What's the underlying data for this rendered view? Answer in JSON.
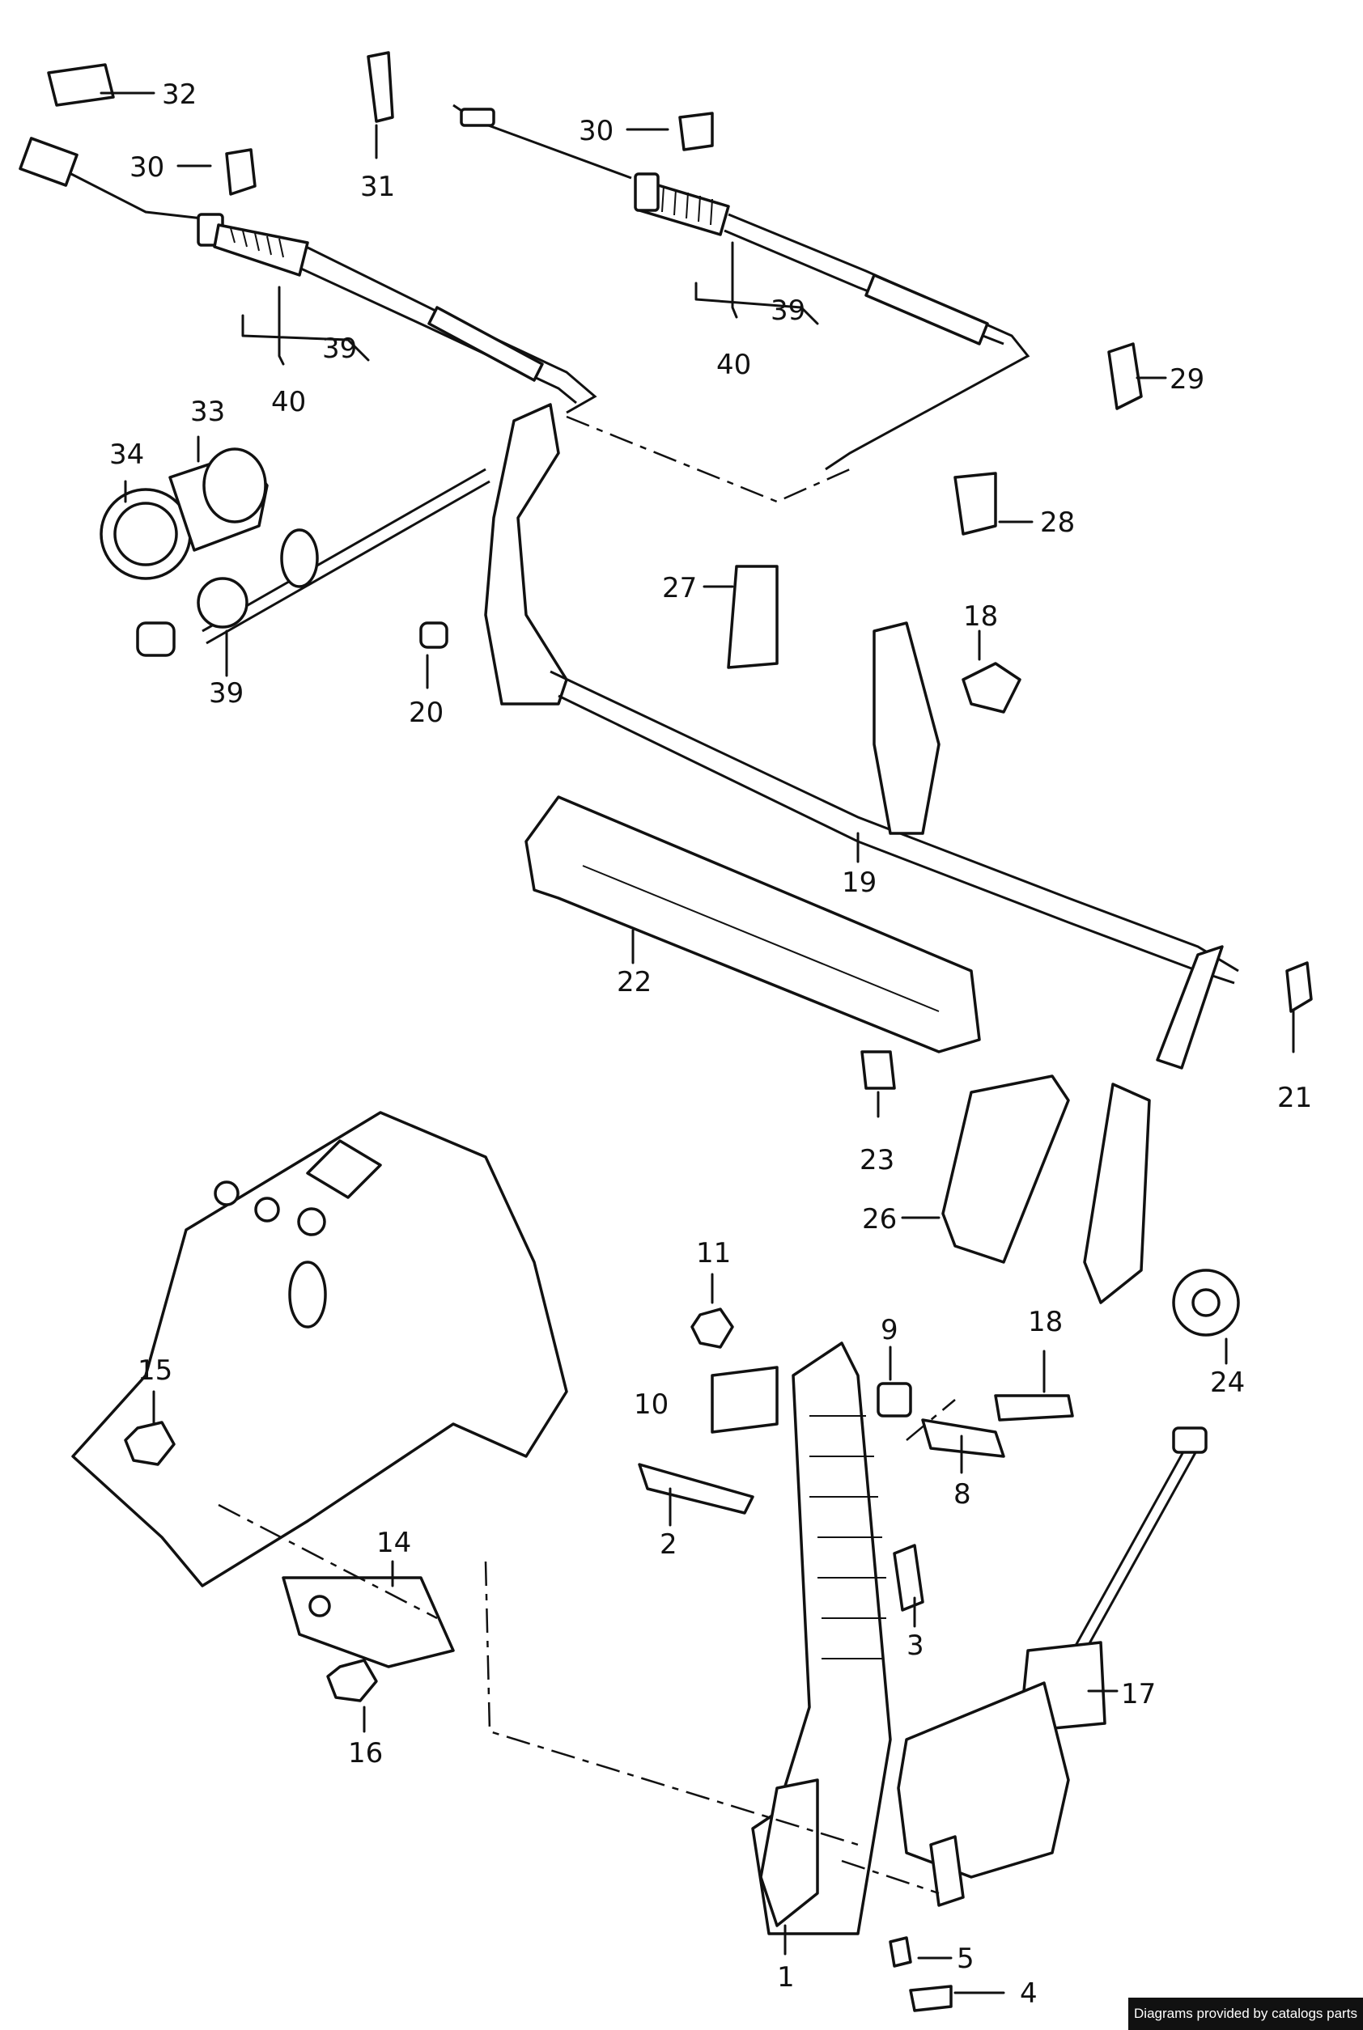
{
  "callouts": {
    "c1": "1",
    "c2": "2",
    "c3": "3",
    "c4": "4",
    "c5": "5",
    "c8": "8",
    "c9": "9",
    "c10": "10",
    "c11": "11",
    "c14": "14",
    "c15": "15",
    "c16": "16",
    "c17": "17",
    "c18a": "18",
    "c18b": "18",
    "c19": "19",
    "c20": "20",
    "c21": "21",
    "c22": "22",
    "c23": "23",
    "c24": "24",
    "c26": "26",
    "c27": "27",
    "c28": "28",
    "c29": "29",
    "c30a": "30",
    "c30b": "30",
    "c31": "31",
    "c32": "32",
    "c33": "33",
    "c34": "34",
    "c39a": "39",
    "c39b": "39",
    "c39c": "39",
    "c40a": "40",
    "c40b": "40"
  },
  "footer": {
    "credit": "Diagrams provided by catalogs parts"
  }
}
